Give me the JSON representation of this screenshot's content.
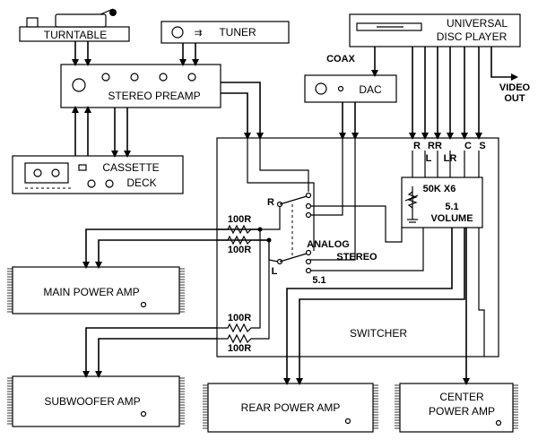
{
  "components": {
    "turntable": "TURNTABLE",
    "tuner": "TUNER",
    "disc_player_line1": "UNIVERSAL",
    "disc_player_line2": "DISC PLAYER",
    "stereo_preamp": "STEREO PREAMP",
    "dac": "DAC",
    "cassette_line1": "CASSETTE",
    "cassette_line2": "DECK",
    "switcher": "SWITCHER",
    "main_power_amp": "MAIN POWER AMP",
    "subwoofer_amp": "SUBWOOFER AMP",
    "rear_power_amp": "REAR POWER AMP",
    "center_line1": "CENTER",
    "center_line2": "POWER AMP",
    "volume_line1": "50K X6",
    "volume_line2": "5.1",
    "volume_line3": "VOLUME"
  },
  "labels": {
    "coax": "COAX",
    "video_out_line1": "VIDEO",
    "video_out_line2": "OUT",
    "ch_r": "R",
    "ch_rr": "RR",
    "ch_l": "L",
    "ch_lr": "LR",
    "ch_c": "C",
    "ch_s": "S",
    "switch_r": "R",
    "switch_l": "L",
    "analog": "ANALOG",
    "stereo": "STEREO",
    "five_one": "5.1",
    "res_1": "100R",
    "res_2": "100R",
    "res_3": "100R",
    "res_4": "100R"
  }
}
